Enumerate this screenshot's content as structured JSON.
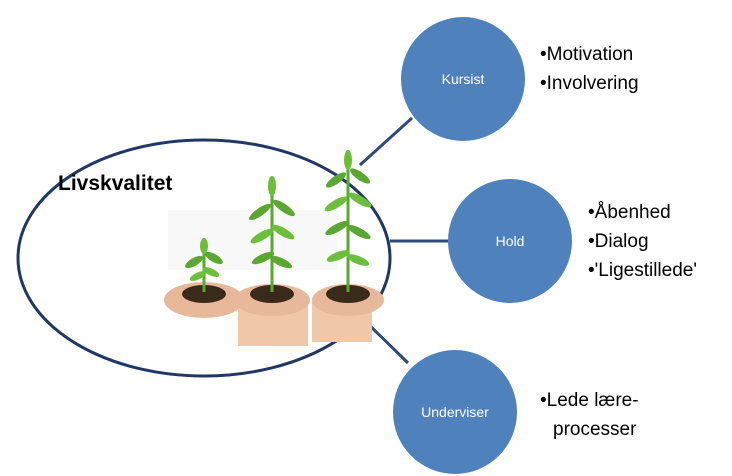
{
  "colors": {
    "ellipse_stroke": "#1f3864",
    "connector": "#2e4a7a",
    "circle_fill": "#4f81bd",
    "circle_text": "#ffffff",
    "plant_green": "#5aa832",
    "soil": "#3a2a1a",
    "hand": "#e8b89a"
  },
  "main": {
    "title": "Livskvalitet"
  },
  "nodes": [
    {
      "label": "Kursist",
      "bullets": [
        "•Motivation",
        "•Involvering"
      ]
    },
    {
      "label": "Hold",
      "bullets": [
        "•Åbenhed",
        "•Dialog",
        "•'Ligestillede'"
      ]
    },
    {
      "label": "Underviser",
      "bullets": [
        "•Lede lære-",
        "processer"
      ]
    }
  ],
  "images": [
    "plant-in-hands-small",
    "plant-in-hands-medium",
    "plant-in-hands-large"
  ]
}
